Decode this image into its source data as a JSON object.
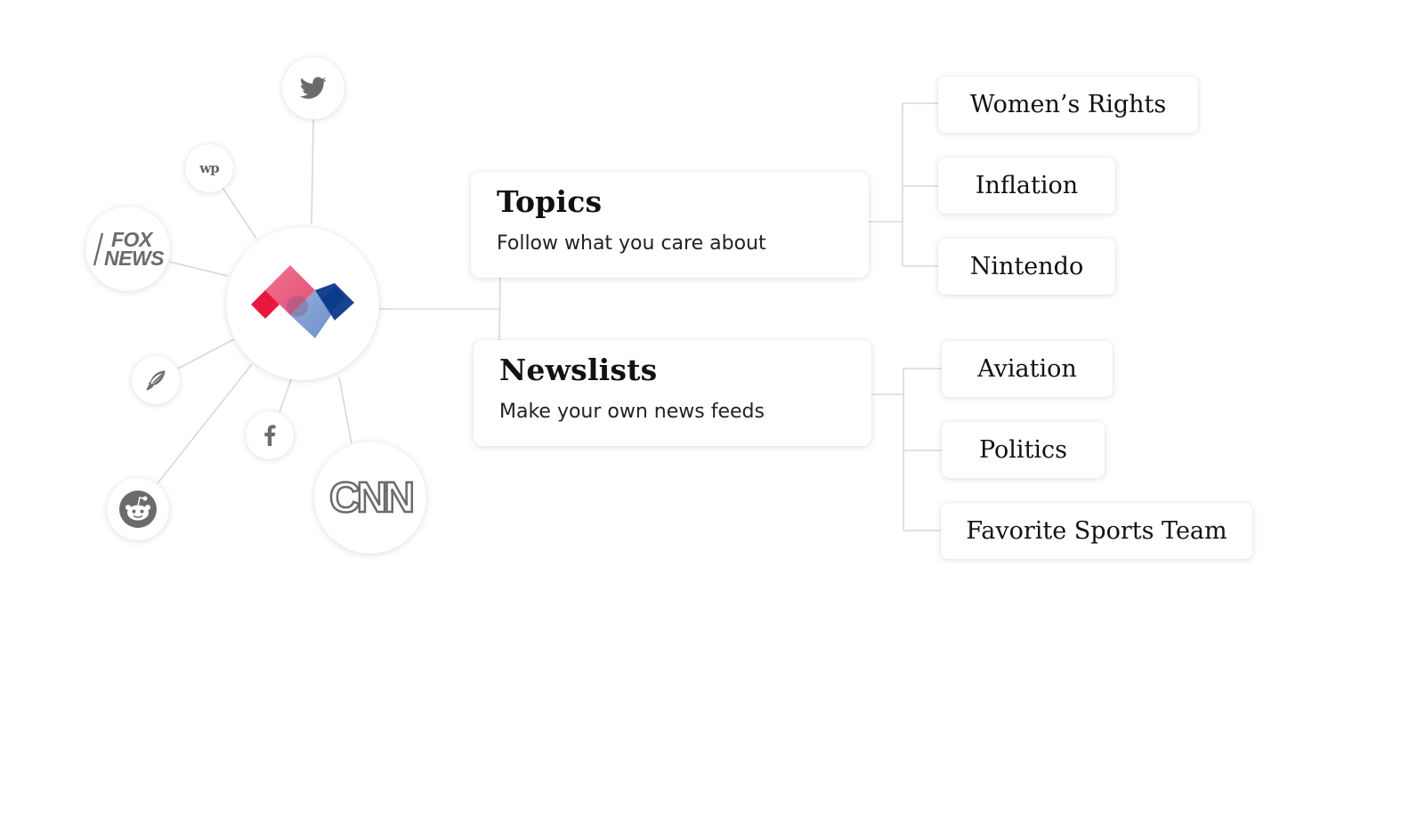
{
  "hub": {
    "center_logo": "app-logo",
    "sources": [
      {
        "name": "twitter",
        "icon": "twitter-bird-icon"
      },
      {
        "name": "washington-post",
        "icon": "wp-icon",
        "text": "wp"
      },
      {
        "name": "fox-news",
        "icon": "fox-news-icon",
        "text_line1": "FOX",
        "text_line2": "NEWS"
      },
      {
        "name": "quill",
        "icon": "quill-icon"
      },
      {
        "name": "facebook",
        "icon": "facebook-icon"
      },
      {
        "name": "reddit",
        "icon": "reddit-icon"
      },
      {
        "name": "cnn",
        "icon": "cnn-icon",
        "text": "CNN"
      }
    ]
  },
  "topics": {
    "title": "Topics",
    "subtitle": "Follow what you care about",
    "items": [
      "Women’s Rights",
      "Inflation",
      "Nintendo"
    ]
  },
  "newslists": {
    "title": "Newslists",
    "subtitle": "Make your own news feeds",
    "items": [
      "Aviation",
      "Politics",
      "Favorite Sports Team"
    ]
  },
  "colors": {
    "red": "#e8183c",
    "pink": "#ee5a78",
    "blue": "#0a3a8a",
    "light_blue": "#5b82c4",
    "icon_gray": "#6b6b6b",
    "line_gray": "#d6d6d6"
  }
}
